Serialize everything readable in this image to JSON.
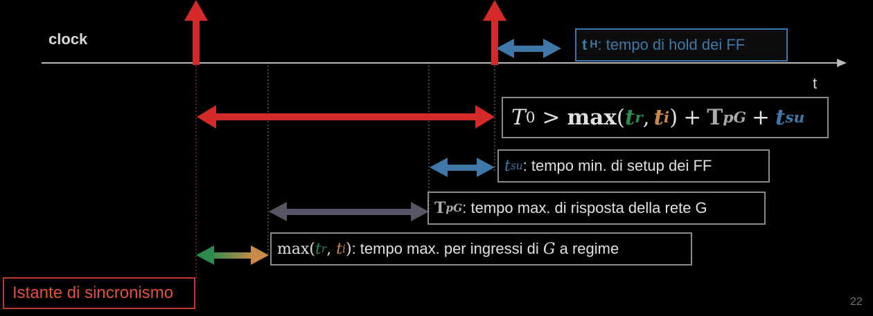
{
  "labels": {
    "clock": "clock",
    "time_axis": "t",
    "sync_instant": "Istante di sincronismo",
    "page_number": "22"
  },
  "hold_box": {
    "symbol": "t",
    "subscript": "H",
    "text": ": tempo di hold dei FF"
  },
  "formula_box": {
    "lhs": "T",
    "lhs_sub": "0",
    "op_gt": ">",
    "max": "max",
    "open": "(",
    "tr": "t",
    "tr_sub": "r",
    "comma": ",",
    "ti": "t",
    "ti_sub": "i",
    "close": ")",
    "plus1": "+",
    "tpg": "T",
    "tpg_sub": "pG",
    "plus2": "+",
    "tsu": "t",
    "tsu_sub": "su"
  },
  "setup_box": {
    "symbol": "t",
    "subscript": "su",
    "text": ": tempo min. di setup dei FF"
  },
  "prop_box": {
    "symbol": "T",
    "subscript": "pG",
    "text": ": tempo max. di risposta della rete G"
  },
  "input_box": {
    "max": "max",
    "open": "(",
    "tr": "t",
    "tr_sub": "r",
    "comma": ", ",
    "ti": "t",
    "ti_sub": "i",
    "close": ")",
    "text": ": tempo max. per ingressi di ",
    "g": "G",
    "text2": " a regime"
  },
  "colors": {
    "red": "#d42a2a",
    "blue": "#3f78a8",
    "gray": "#5a5566",
    "green": "#2e8b4f",
    "brown": "#c98a4a",
    "axis": "#bbbbbb",
    "box_border": "#8a8a8a"
  }
}
